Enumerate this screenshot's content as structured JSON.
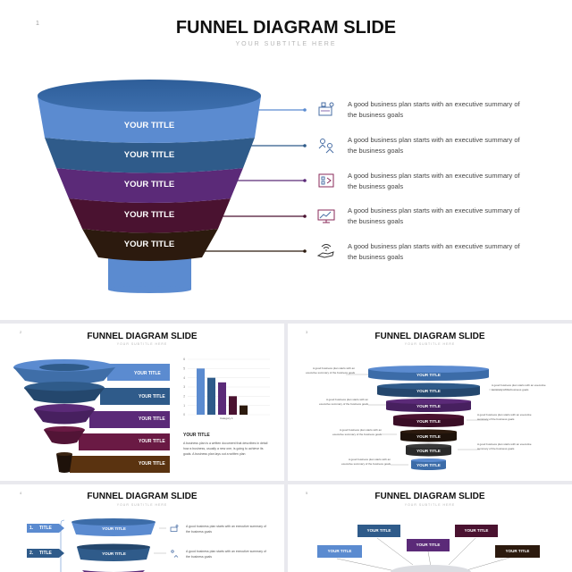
{
  "main_slide": {
    "page_number": "1",
    "title": "FUNNEL DIAGRAM SLIDE",
    "subtitle": "YOUR SUBTITLE HERE",
    "layers": [
      {
        "label": "YOUR TITLE",
        "color": "#5b8bd0"
      },
      {
        "label": "YOUR TITLE",
        "color": "#2f5b8a"
      },
      {
        "label": "YOUR TITLE",
        "color": "#5b2a78"
      },
      {
        "label": "YOUR TITLE",
        "color": "#4a1230"
      },
      {
        "label": "YOUR TITLE",
        "color": "#2c1a0e"
      }
    ],
    "items": [
      {
        "text": "A good business plan starts with an executive summary of the business goals",
        "icon": "presentation-icon"
      },
      {
        "text": "A good business plan starts with an executive summary of the business goals",
        "icon": "teamwork-icon"
      },
      {
        "text": "A good business plan starts with an executive summary of the business goals",
        "icon": "strategy-board-icon"
      },
      {
        "text": "A good business plan starts with an executive summary of the business goals",
        "icon": "monitor-icon"
      },
      {
        "text": "A good business plan starts with an executive summary of the business goals",
        "icon": "hand-wifi-icon"
      }
    ]
  },
  "thumb2": {
    "page_number": "2",
    "title": "FUNNEL DIAGRAM SLIDE",
    "subtitle": "YOUR SUBTITLE HERE",
    "bar_labels": [
      "YOUR TITLE",
      "YOUR TITLE",
      "YOUR TITLE",
      "YOUR TITLE",
      "YOUR TITLE"
    ],
    "side_title": "YOUR TITLE",
    "side_text": "A business plan is a written document that describes in detail how a business, usually a new one, is going to achieve its goals. A business plan lays out a written plan",
    "chart_caption": "Category 1",
    "chart_data": {
      "type": "bar",
      "categories": [
        "",
        "",
        "",
        "",
        ""
      ],
      "values": [
        5,
        4,
        3.5,
        2,
        1
      ],
      "ylim": [
        0,
        6
      ],
      "yticks": [
        "6",
        "5",
        "4",
        "3",
        "2",
        "1",
        "0"
      ],
      "colors": [
        "#5b8bd0",
        "#2f5b8a",
        "#5b2a78",
        "#4a1230",
        "#2c1a0e"
      ]
    }
  },
  "thumb3": {
    "page_number": "3",
    "title": "FUNNEL DIAGRAM SLIDE",
    "subtitle": "YOUR SUBTITLE HERE",
    "layer_label": "YOUR TITLE",
    "left_text": "A good business plan starts with an executive summary of the business goals",
    "right_text": "A good business plan starts with an executive summary of the business goals"
  },
  "thumb4": {
    "page_number": "4",
    "title": "FUNNEL DIAGRAM SLIDE",
    "subtitle": "YOUR SUBTITLE HERE",
    "rows": [
      {
        "num": "1.",
        "label": "TITLE",
        "center": "YOUR TITLE",
        "text": "A good business plan starts with an executive summary of the business goals"
      },
      {
        "num": "2.",
        "label": "TITLE",
        "center": "YOUR TITLE",
        "text": "A good business plan starts with an executive summary of the business goals"
      }
    ]
  },
  "thumb5": {
    "page_number": "5",
    "title": "FUNNEL DIAGRAM SLIDE",
    "subtitle": "YOUR SUBTITLE HERE",
    "boxes": [
      "YOUR TITLE",
      "YOUR TITLE",
      "YOUR TITLE",
      "YOUR TITLE",
      "YOUR TITLE"
    ]
  },
  "colors": {
    "blue_light": "#5b8bd0",
    "blue_dark": "#2f5b8a",
    "purple": "#5b2a78",
    "maroon": "#4a1230",
    "brown": "#2c1a0e"
  }
}
